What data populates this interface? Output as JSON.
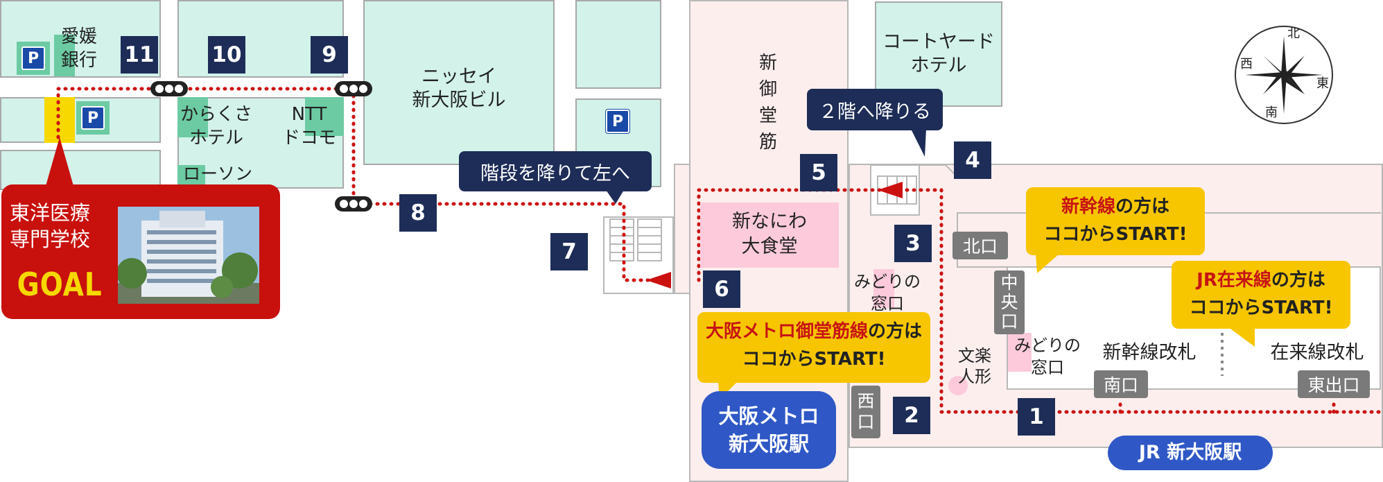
{
  "steps": [
    "1",
    "2",
    "3",
    "4",
    "5",
    "6",
    "7",
    "8",
    "9",
    "10",
    "11"
  ],
  "buildings": {
    "ehime_bank": "愛媛\n銀行",
    "nissay": "ニッセイ\n新大阪ビル",
    "karakusa": "からくさ\nホテル",
    "ntt": "NTT\nドコモ",
    "lawson": "ローソン",
    "courtyard": "コートヤード\nホテル",
    "shin_naniwa": "新なにわ\n大食堂",
    "midori1": "みどりの\n窓口",
    "midori2": "みどりの\n窓口",
    "bunraku": "文楽\n人形",
    "shinkansen_gate": "新幹線改札",
    "zairaisen_gate": "在来線改札"
  },
  "street": "新\n御\n堂\n筋",
  "parking_symbol": "P",
  "goal": {
    "school": "東洋医療\n専門学校",
    "label": "GOAL"
  },
  "callouts": {
    "down_stairs_left": "階段を降りて左へ",
    "to_2f": "２階へ降りる"
  },
  "start_notes": {
    "shinkansen": {
      "highlight": "新幹線",
      "rest": "の方は",
      "line2": "ココからSTART!"
    },
    "jr": {
      "highlight": "JR在来線",
      "rest": "の方は",
      "line2": "ココからSTART!"
    },
    "metro": {
      "highlight": "大阪メトロ御堂筋線",
      "rest": "の方は",
      "line2": "ココからSTART!"
    }
  },
  "exits": {
    "north": "北口",
    "central": "中\n央\n口",
    "south": "南口",
    "east": "東出口",
    "west": "西\n口"
  },
  "stations": {
    "metro": "大阪メトロ\n新大阪駅",
    "jr": "JR 新大阪駅"
  },
  "compass": {
    "north": "北",
    "south": "南",
    "east": "東",
    "west": "西"
  },
  "colors": {
    "route": "#cc1111",
    "step_box": "#1d2d57",
    "goal_red": "#c8100d",
    "goal_yellow": "#f7d800",
    "start_yellow": "#f7c600",
    "station_blue": "#2f58c6",
    "building": "#d2f2ea",
    "station_area": "#fdeeee"
  }
}
